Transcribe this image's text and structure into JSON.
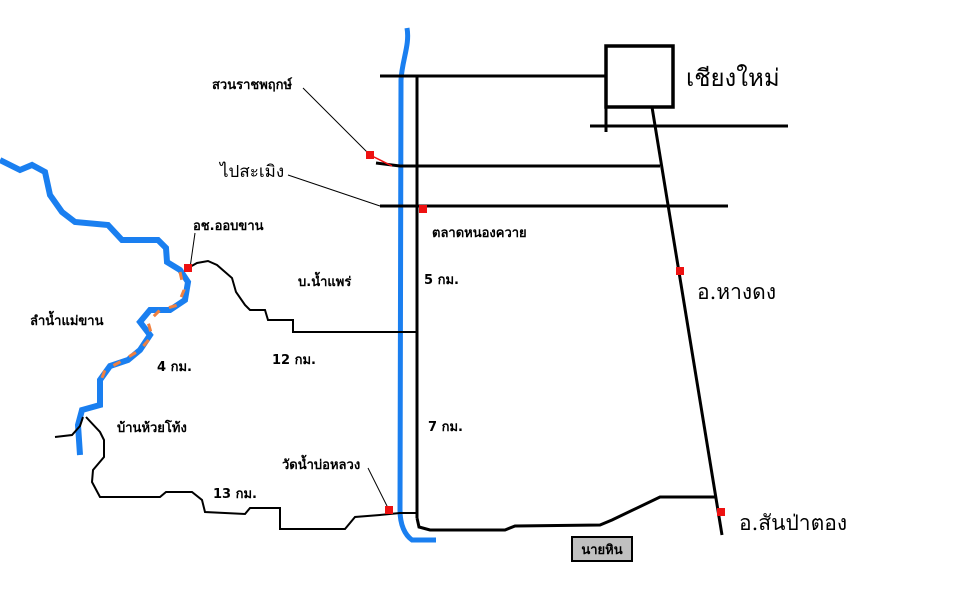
{
  "labels": {
    "city": "เชียงใหม่",
    "suan_ratchaphruek": "สวนราชพฤกษ์",
    "to_samoeng": "ไปสะเมิง",
    "talat_nong_khwai": "ตลาดหนองควาย",
    "ochor_op_khan": "อช.ออบขาน",
    "ban_nam_phrae": "บ.น้ำแพร่",
    "dist_5": "5 กม.",
    "lam_nam_mae_khan": "ลำน้ำแม่ขาน",
    "dist_12": "12 กม.",
    "dist_4": "4 กม.",
    "ban_huai_tong": "บ้านห้วยโท้ง",
    "dist_7": "7 กม.",
    "wat_nam_bo_luang": "วัดน้ำบ่อหลวง",
    "dist_13": "13 กม.",
    "hang_dong": "อ.หางดง",
    "san_pa_tong": "อ.สันป่าตอง",
    "nai_hin": "นายหิน"
  },
  "colors": {
    "river": "#1a7ff0",
    "road": "#000000",
    "marker": "#ee1111",
    "trail": "#f08040",
    "button": "#c0c0c0"
  }
}
